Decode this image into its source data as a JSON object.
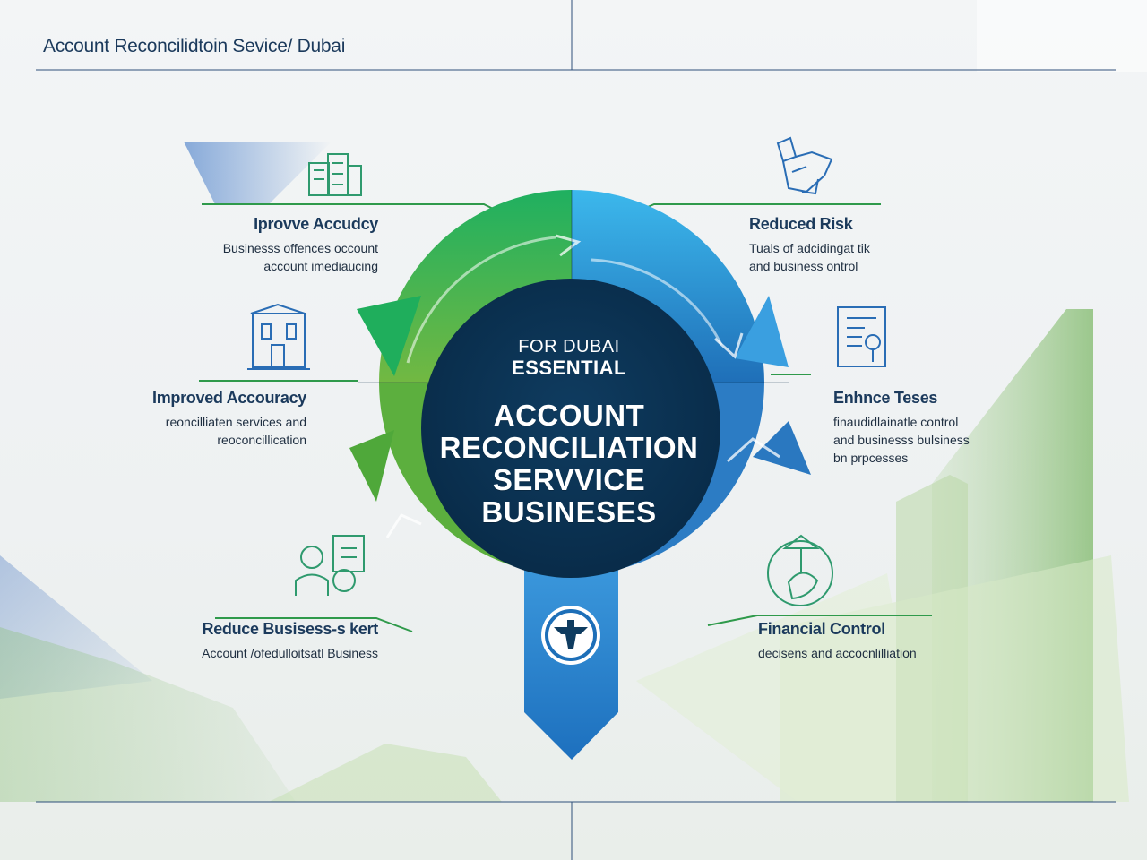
{
  "header": {
    "title": "Account Reconcilidtoin Sevice/ Dubai"
  },
  "center": {
    "pre": "FOR DUBAI",
    "essential": "ESSENTIAL",
    "lines": [
      "ACCOUNT",
      "RECONCILIATION",
      "SERVVICE",
      "BUSINESES"
    ]
  },
  "benefits": {
    "top_left": {
      "title": "Iprovve Accudcy",
      "desc_1": "Businesss offences occount",
      "desc_2": "account imediaucing"
    },
    "mid_left": {
      "title": "Improved Accouracy",
      "desc_1": "reoncilliaten services and",
      "desc_2": "reoconcillication"
    },
    "bot_left": {
      "title": "Reduce Busisess-s kert",
      "desc_1": "Account /ofedulloitsatl Business"
    },
    "top_right": {
      "title": "Reduced Risk",
      "desc_1": "Tuals of adcidingat tik",
      "desc_2": "and business ontrol"
    },
    "mid_right": {
      "title": "Enhnce Teses",
      "desc_1": "finaudidlainatle control",
      "desc_2": "and businesss bulsiness",
      "desc_3": "bn prpcesses"
    },
    "bot_right": {
      "title": "Financial Control",
      "desc_1": "decisens and accocnlilliation"
    }
  },
  "colors": {
    "navy": "#0c3556",
    "green": "#2e9e4e",
    "light_green": "#6cbf4c",
    "blue": "#2e7fc8",
    "light_blue": "#3cb0e8",
    "text": "#1b3a5c"
  },
  "icons": {
    "top_left": "building-icon",
    "mid_left": "bank-building-icon",
    "bot_left": "accountant-icon",
    "top_right": "handshake-icon",
    "mid_right": "document-icon",
    "bot_right": "hand-plant-icon",
    "center_bottom": "target-icon"
  }
}
